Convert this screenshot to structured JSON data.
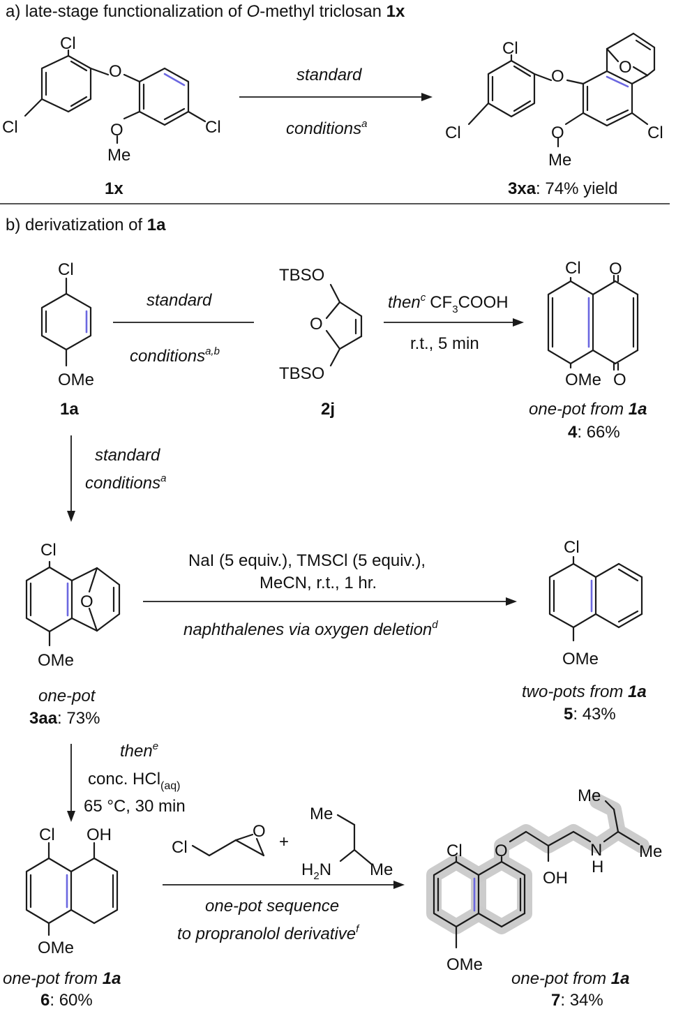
{
  "colors": {
    "aromatic_highlight": "#6b67e0",
    "propranolol_halo": "#c9c9c9"
  },
  "section_a": {
    "title_pre": "a) late-stage functionalization of ",
    "title_italic": "O",
    "title_mid": "-methyl triclosan ",
    "title_bold": "1x",
    "arrow_top": "standard",
    "arrow_bottom": "conditions",
    "arrow_bottom_sup": "a",
    "sm_label": "1x",
    "product_label_bold": "3xa",
    "product_label_rest": ": 74% yield"
  },
  "section_b": {
    "title_pre": "b) derivatization of ",
    "title_bold": "1a",
    "label_1a": "1a",
    "label_2j": "2j",
    "arrow1_top": "standard",
    "arrow1_bottom": "conditions",
    "arrow1_bottom_sup": "a,b",
    "arrow2_then": "then",
    "arrow2_sup": "c",
    "arrow2_reagent_pre": "CF",
    "arrow2_reagent_sub": "3",
    "arrow2_reagent_post": "COOH",
    "arrow2_bottom": "r.t., 5 min",
    "p4_caption_italic": "one-pot from ",
    "p4_caption_bold": "1a",
    "p4_label_bold": "4",
    "p4_label_rest": ": 66%",
    "down1_top": "standard",
    "down1_bottom": "conditions",
    "down1_sup": "a",
    "p3aa_caption": "one-pot",
    "p3aa_label_bold": "3aa",
    "p3aa_label_rest": ": 73%",
    "arrow3_line1": "NaI (5 equiv.), TMSCl (5 equiv.),",
    "arrow3_line2": "MeCN, r.t., 1 hr.",
    "arrow3_bottom": "naphthalenes via oxygen deletion",
    "arrow3_sup": "d",
    "p5_caption_italic": "two-pots from ",
    "p5_caption_bold": "1a",
    "p5_label_bold": "5",
    "p5_label_rest": ": 43%",
    "down2_then": "then",
    "down2_sup": "e",
    "down2_line2_pre": "conc. HCl",
    "down2_line2_sub": "(aq)",
    "down2_line3": "65 °C, 30 min",
    "p6_caption_italic": "one-pot from ",
    "p6_caption_bold": "1a",
    "p6_label_bold": "6",
    "p6_label_rest": ": 60%",
    "plus": "+",
    "arrow4_line1": "one-pot sequence",
    "arrow4_line2": "to propranolol derivative",
    "arrow4_sup": "f",
    "p7_caption_italic": "one-pot from ",
    "p7_caption_bold": "1a",
    "p7_label_bold": "7",
    "p7_label_rest": ": 34%"
  },
  "atoms": {
    "Cl": "Cl",
    "O": "O",
    "OMe": "OMe",
    "Me": "Me",
    "OH": "OH",
    "TBSO": "TBSO",
    "H": "H",
    "H2N_pre": "H",
    "H2N_sub": "2",
    "H2N_post": "N"
  }
}
